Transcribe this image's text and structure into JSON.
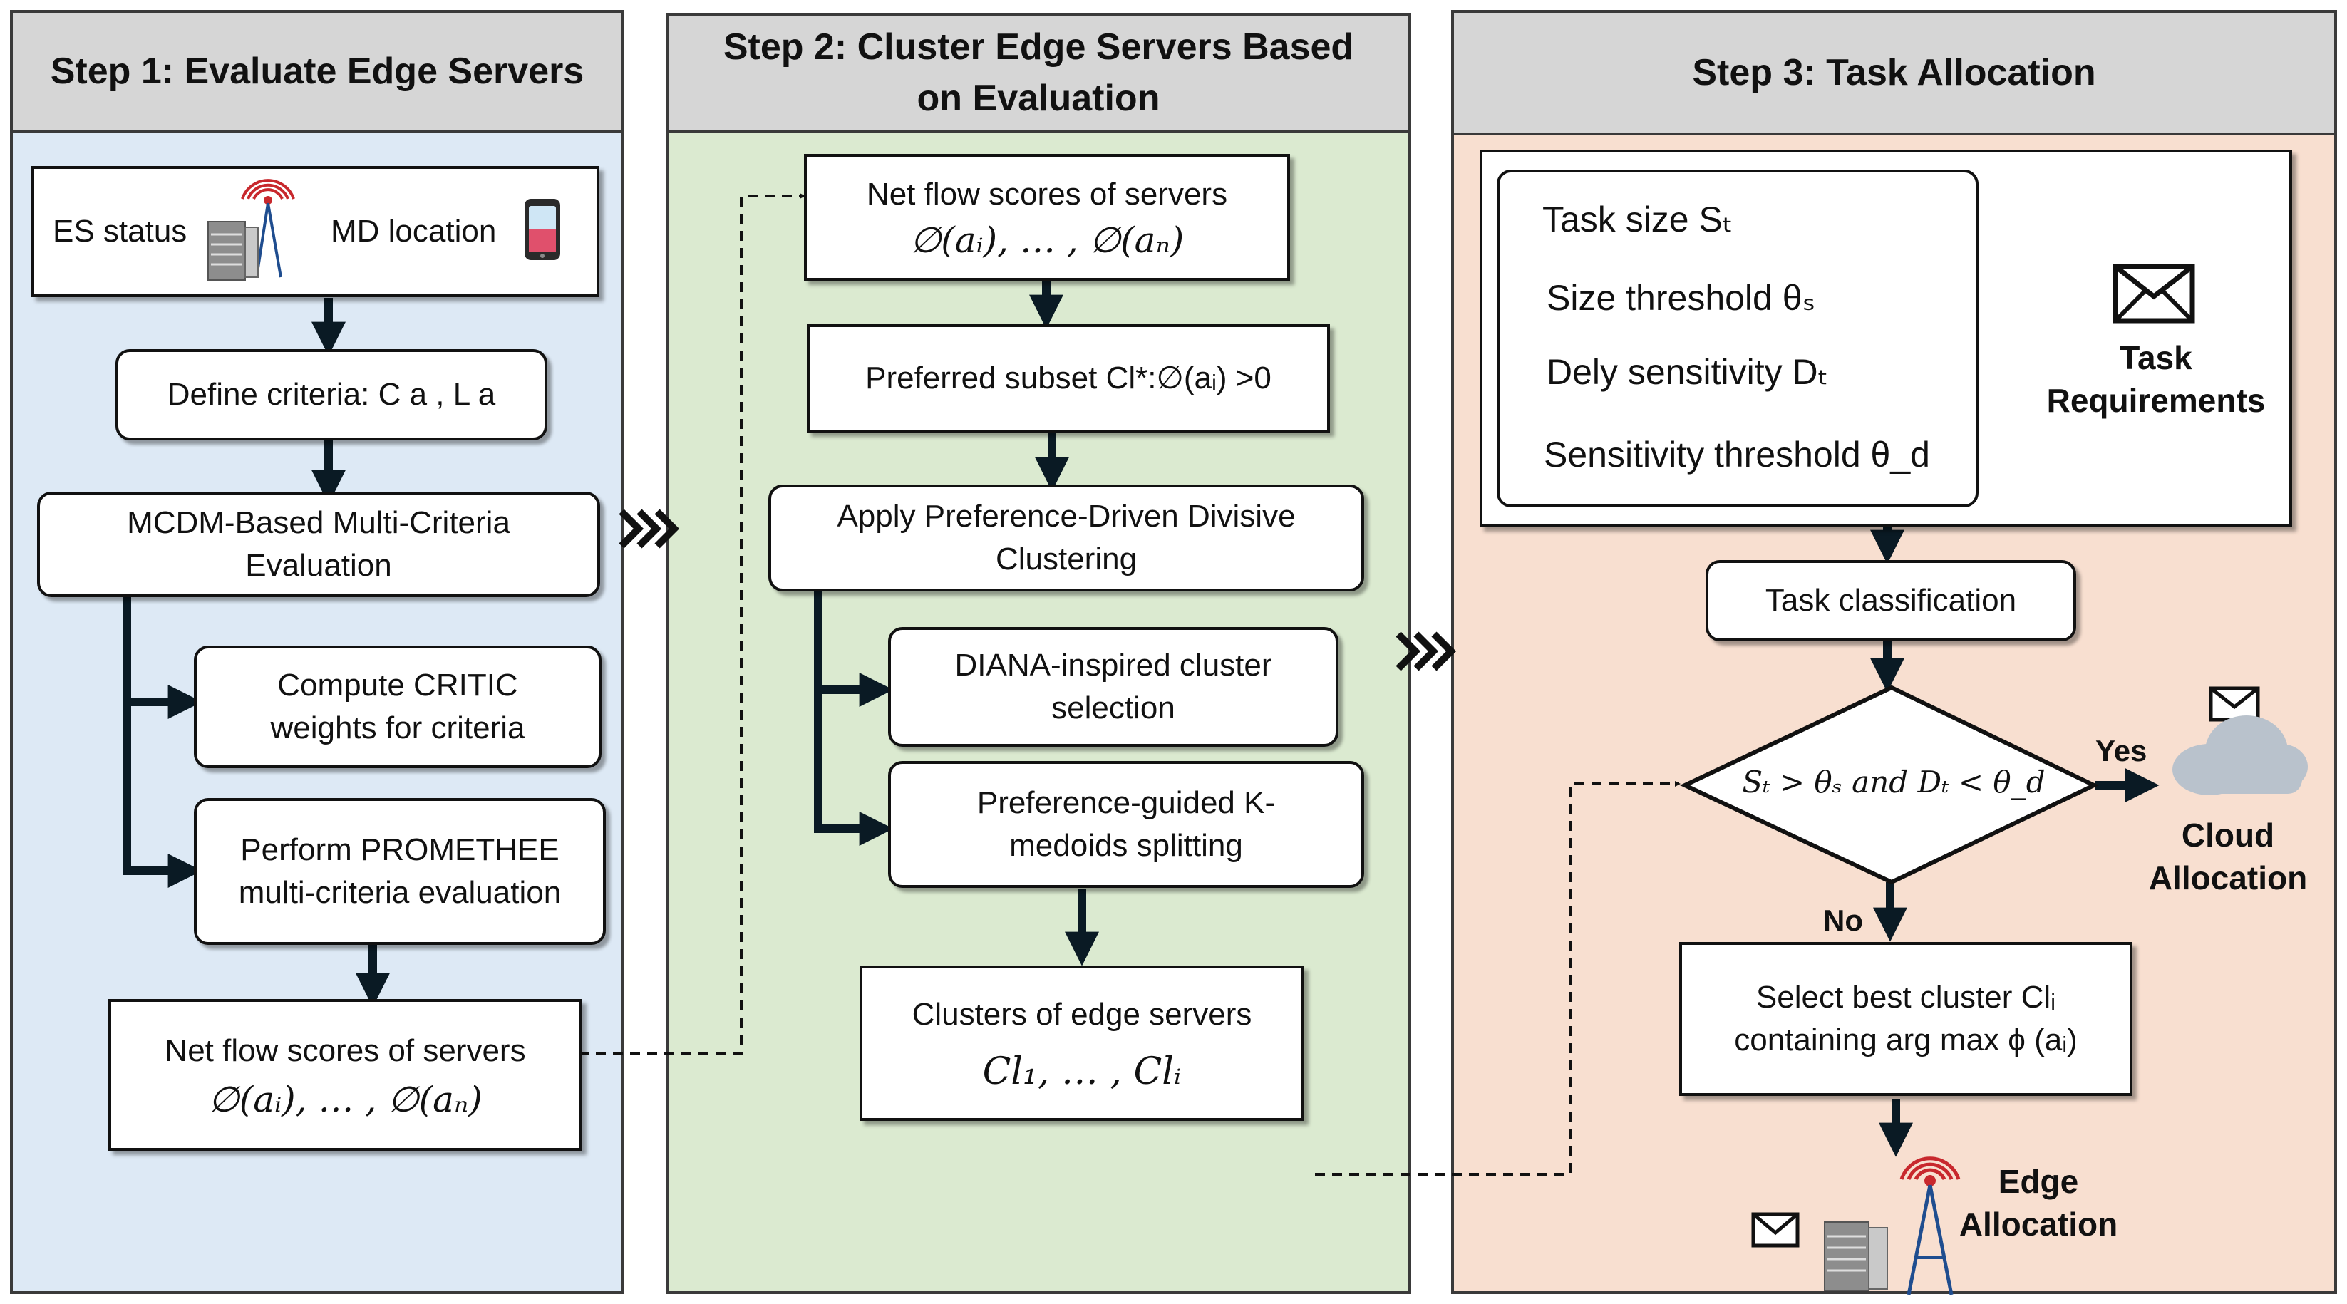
{
  "step1": {
    "title": "Step 1: Evaluate Edge Servers",
    "es_status": "ES status",
    "md_location": "MD location",
    "define_criteria": "Define criteria: C a , L a",
    "mcdm": "MCDM-Based Multi-Criteria Evaluation",
    "critic": "Compute CRITIC weights for criteria",
    "promethee": "Perform PROMETHEE multi-criteria evaluation",
    "netflow_label": "Net flow scores of servers",
    "netflow_formula": "∅(aᵢ), … , ∅(aₙ)"
  },
  "step2": {
    "title": "Step 2: Cluster Edge Servers Based on Evaluation",
    "netflow_label": "Net flow scores of servers",
    "netflow_formula": "∅(aᵢ), … , ∅(aₙ)",
    "preferred_subset": "Preferred subset Cl*:∅(aᵢ) >0",
    "divisive": "Apply Preference-Driven Divisive Clustering",
    "diana": "DIANA-inspired cluster selection",
    "kmedoids": "Preference-guided K-medoids splitting",
    "clusters_label": "Clusters of edge servers",
    "clusters_formula": "Cl₁, … , Clᵢ"
  },
  "step3": {
    "title": "Step 3:  Task Allocation",
    "task_size": "Task size Sₜ",
    "size_threshold": "Size threshold θₛ",
    "delay_sensitivity": "Dely sensitivity  Dₜ",
    "sensitivity_threshold": "Sensitivity threshold θ_d",
    "task_requirements": "Task Requirements",
    "task_classification": "Task classification",
    "condition": "Sₜ > θₛ and  Dₜ <  θ_d",
    "yes": "Yes",
    "no": "No",
    "cloud_allocation": "Cloud Allocation",
    "select_cluster": "Select best cluster Clᵢ containing arg max ϕ (aᵢ)",
    "edge_allocation": "Edge Allocation"
  },
  "colors": {
    "step1_bg": "#dde9f5",
    "step2_bg": "#dbead0",
    "step3_bg": "#f8dfd0",
    "header_bg": "#d6d6d6",
    "arrow": "#0a1a24",
    "cloud": "#b9c2cc",
    "signal": "#c8282d"
  }
}
